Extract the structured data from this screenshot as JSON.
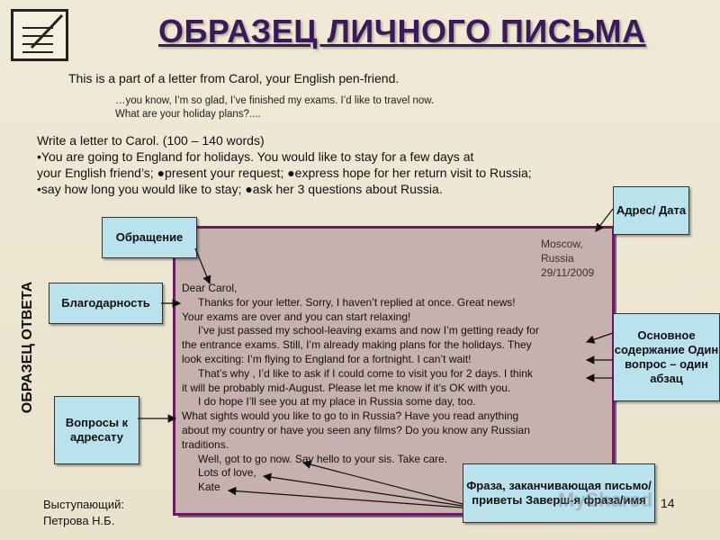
{
  "title": "ОБРАЗЕЦ ЛИЧНОГО ПИСЬМА",
  "intro": "This is a part of a letter from Carol, your English pen-friend.",
  "quote": [
    "…you know, I’m so glad, I’ve finished my exams.  I’d like to travel now.",
    "What are your holiday plans?...."
  ],
  "task": [
    "Write a letter to Carol.  (100 – 140 words)",
    "•You are going to England for holidays.  You would like to stay for a few days at",
    "your English friend’s; ●present your request; ●express hope for her return visit to Russia;",
    "•say how long you would like to stay;  ●ask her 3 questions about Russia."
  ],
  "letter": {
    "address": [
      "Moscow,",
      "Russia",
      "29/11/2009"
    ],
    "lines": [
      "Dear Carol,",
      "Thanks for your letter.  Sorry, I haven’t replied at once.  Great news!",
      "Your exams are over and you can start relaxing!",
      "I’ve just passed my school-leaving exams and now I’m getting ready for",
      "the entrance exams.  Still, I’m already making plans for the holidays.  They",
      "look exciting: I’m flying to England for a fortnight.  I can’t wait!",
      "That’s why , I’d like to ask if I could come to visit you for 2 days.  I think",
      "it will be probably mid-August.  Please let me know if it’s OK with you.",
      "I do hope I’ll see you at my place in Russia some day, too.",
      "What sights would you like to go to in Russia?  Have you read anything",
      "about my country or have you seen any films? Do you know any Russian",
      "traditions.",
      "Well, got to go now.  Say hello to your sis.  Take care.",
      "Lots of love,",
      "Kate"
    ]
  },
  "callouts": {
    "greeting": "Обращение",
    "address": "Адрес/ Дата",
    "thanks": "Благодарность",
    "main": "Основное содержание Один вопрос – один абзац",
    "questions": "Вопросы к адресату",
    "closing": "Фраза, заканчивающая письмо/приветы Заверш-я фраза/имя"
  },
  "vertical_label": "ОБРАЗЕЦ ОТВЕТА",
  "speaker": [
    "Выступающий:",
    "Петрова Н.Б."
  ],
  "slide_number": "14",
  "watermark": "MyShared",
  "colors": {
    "title": "#3b1a57",
    "letter_bg": "#c7b1ae",
    "letter_border": "#6a1d5e",
    "callout_bg": "#b9e2ec"
  }
}
